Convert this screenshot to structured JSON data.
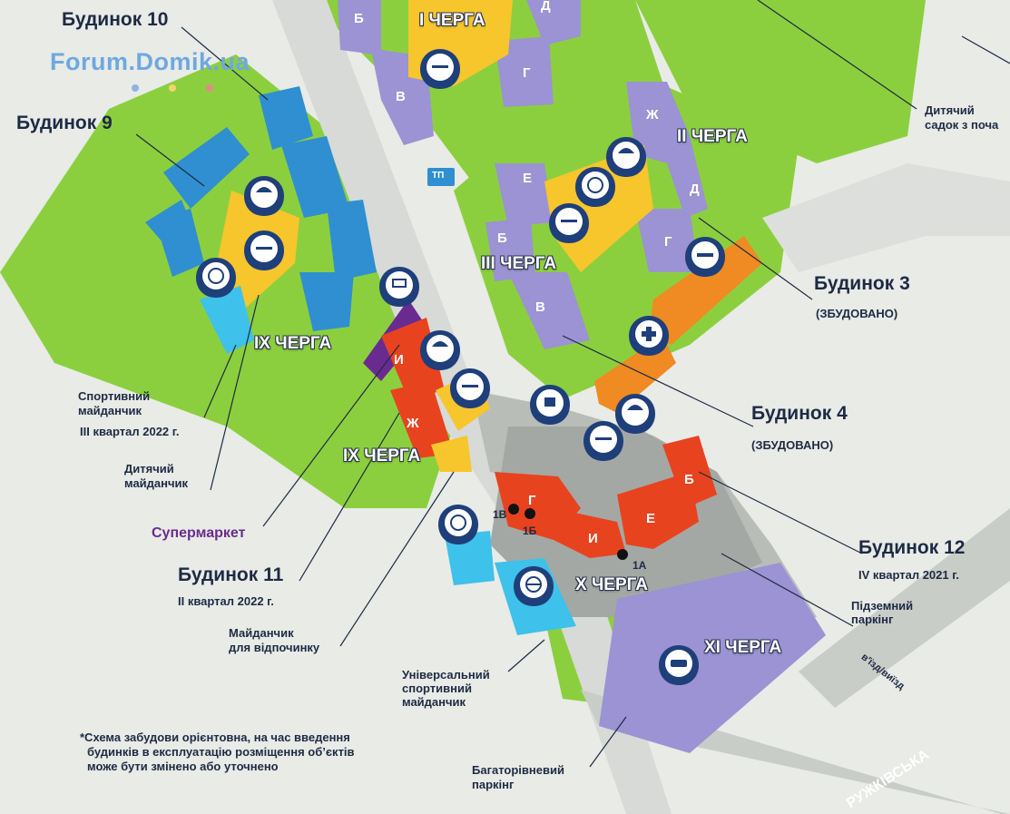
{
  "watermark": "Forum.Domik.ua",
  "colors": {
    "grass": "#8ccf3e",
    "road": "#dcdfdb",
    "queue1": "#9b93d3",
    "queue9": "#2f8fd0",
    "queue10": "#e8431f",
    "house3": "#f08a22",
    "supermarket": "#6a2b90",
    "playground": "#f7c52c",
    "sport": "#3ec1ea",
    "parking": "#9b93d3",
    "pin": "#1f3f7a"
  },
  "labels": {
    "house10": "Будинок 10",
    "house9": "Будинок 9",
    "house3": "Будинок 3",
    "house3_status": "(ЗБУДОВАНО)",
    "house4": "Будинок 4",
    "house4_status": "(ЗБУДОВАНО)",
    "house11": "Будинок 11",
    "house11_date": "ІІ квартал 2022 г.",
    "house12": "Будинок 12",
    "house12_date": "IV квартал 2021 г.",
    "kindergarten_line1": "Дитячий",
    "kindergarten_line2": "садок з поча",
    "sport_line1": "Спортивний",
    "sport_line2": "майданчик",
    "sport_date": "ІІІ квартал 2022 г.",
    "kids_line1": "Дитячий",
    "kids_line2": "майданчик",
    "supermarket": "Супермаркет",
    "rest_line1": "Майданчик",
    "rest_line2": "для відпочинку",
    "universal_line1": "Універсальний",
    "universal_line2": "спортивний",
    "universal_line3": "майданчик",
    "parking_under_line1": "Підземний",
    "parking_under_line2": "паркінг",
    "parking_multi_line1": "Багаторівневий",
    "parking_multi_line2": "паркінг",
    "note_line1": "*Схема забудови орієнтовна, на час введення",
    "note_line2": "будинків в експлуатацію розміщення об’єктів",
    "note_line3": "може бути змінено або уточнено",
    "entry": "в'їзд/виїзд",
    "street": "РУЖКІВСЬКА"
  },
  "queues": {
    "q1": "І ЧЕРГА",
    "q2": "ІІ ЧЕРГА",
    "q3": "ІІІ ЧЕРГА",
    "q9a": "ІХ ЧЕРГА",
    "q9b": "ІХ ЧЕРГА",
    "q10": "Х ЧЕРГА",
    "q11": "ХІ ЧЕРГА"
  },
  "sections": {
    "b1": "Б",
    "d1": "Д",
    "v1": "В",
    "g1": "Г",
    "zh2": "Ж",
    "d2": "Д",
    "g2": "Г",
    "ye3": "Е",
    "b3": "Б",
    "v3": "В",
    "i9": "И",
    "zh9": "Ж",
    "g10": "Г",
    "i10": "И",
    "ye10": "Е",
    "b10": "Б"
  },
  "handwritten": {
    "t1": "1В",
    "t2": "1Б",
    "t3": "1А"
  },
  "tp": "ТП",
  "icons": [
    "seesaw-icon",
    "beach-umbrella-icon",
    "soccer-ball-icon",
    "basketball-icon",
    "shopping-cart-icon",
    "fountain-icon",
    "medical-cross-icon",
    "dumbbell-icon",
    "car-icon"
  ]
}
